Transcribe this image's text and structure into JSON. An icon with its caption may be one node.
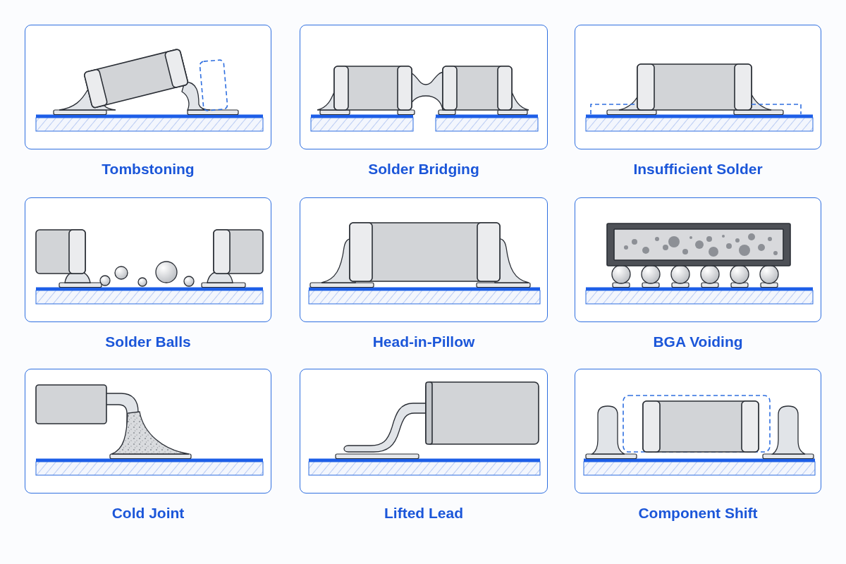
{
  "diagram": {
    "nodes": [
      {
        "text": [
          "Tombstoning"
        ]
      },
      {
        "text": [
          "Solder Bridging"
        ]
      },
      {
        "text": [
          "Insufficient Solder"
        ]
      },
      {
        "text": [
          "Solder Balls"
        ]
      },
      {
        "text": [
          "Head-in-Pillow"
        ]
      },
      {
        "text": [
          "BGA Voiding"
        ]
      },
      {
        "text": [
          "Cold Joint"
        ]
      },
      {
        "text": [
          "Lifted Lead"
        ]
      },
      {
        "text": [
          "Component Shift"
        ]
      }
    ]
  }
}
